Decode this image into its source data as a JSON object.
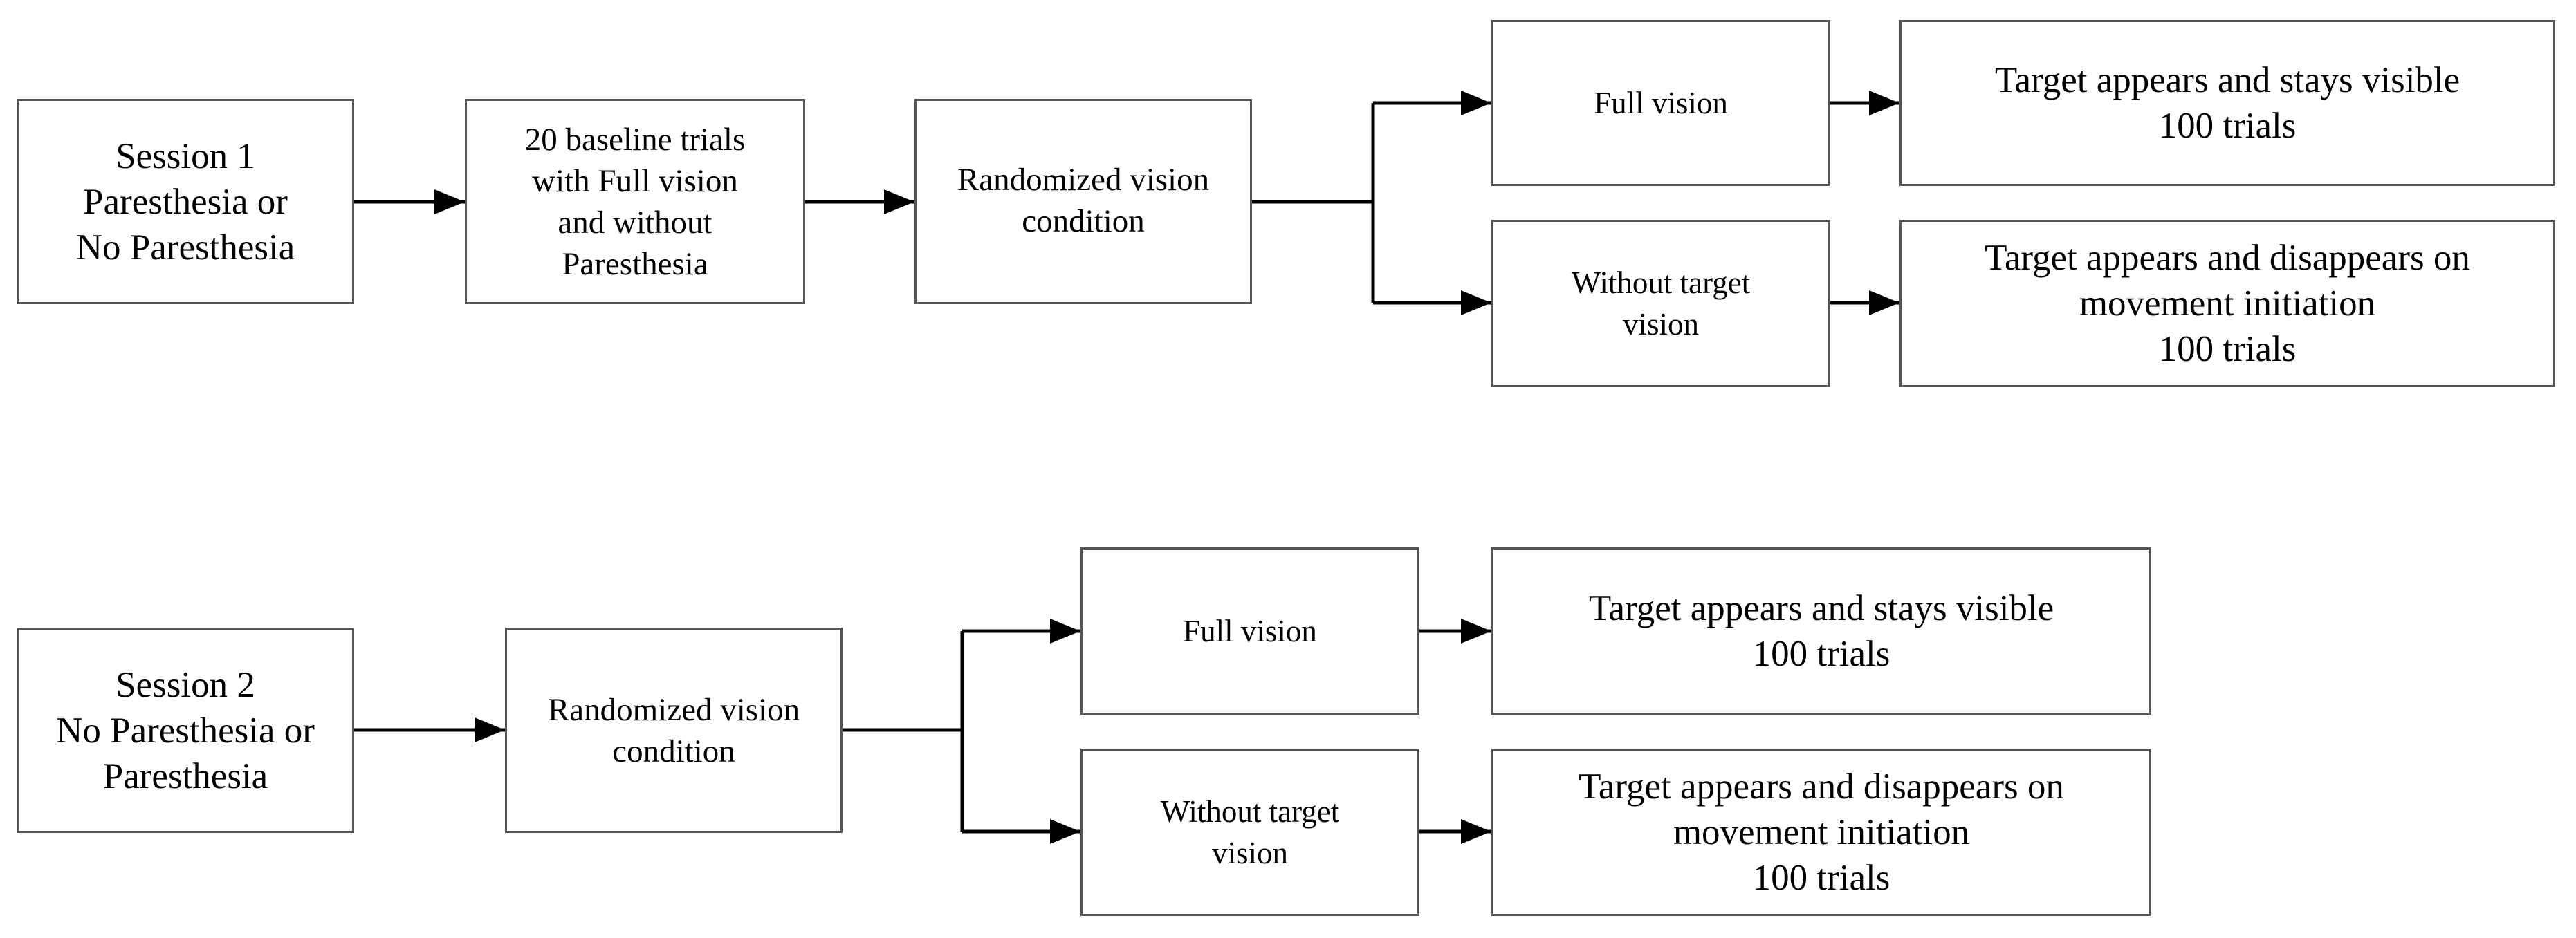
{
  "session1": {
    "start": [
      "Session 1",
      "Paresthesia or",
      "No Paresthesia"
    ],
    "baseline": [
      "20 baseline trials",
      "with  Full vision",
      "and  without",
      "Paresthesia"
    ],
    "randomized": [
      "Randomized vision",
      "condition"
    ],
    "full_vision": [
      "Full vision"
    ],
    "full_vision_outcome": [
      "Target appears and stays visible",
      "100 trials"
    ],
    "no_target_vision": [
      "Without target",
      "vision"
    ],
    "no_target_vision_outcome": [
      "Target appears and disappears on",
      "movement initiation",
      "100 trials"
    ]
  },
  "session2": {
    "start": [
      "Session 2",
      "No Paresthesia or",
      "Paresthesia"
    ],
    "randomized": [
      "Randomized vision",
      "condition"
    ],
    "full_vision": [
      "Full vision"
    ],
    "full_vision_outcome": [
      "Target appears and stays visible",
      "100 trials"
    ],
    "no_target_vision": [
      "Without target",
      "vision"
    ],
    "no_target_vision_outcome": [
      "Target appears and disappears on",
      "movement initiation",
      "100 trials"
    ]
  },
  "colors": {
    "box_border": "#555555",
    "arrow": "#000000",
    "text": "#000000",
    "background": "#ffffff"
  }
}
